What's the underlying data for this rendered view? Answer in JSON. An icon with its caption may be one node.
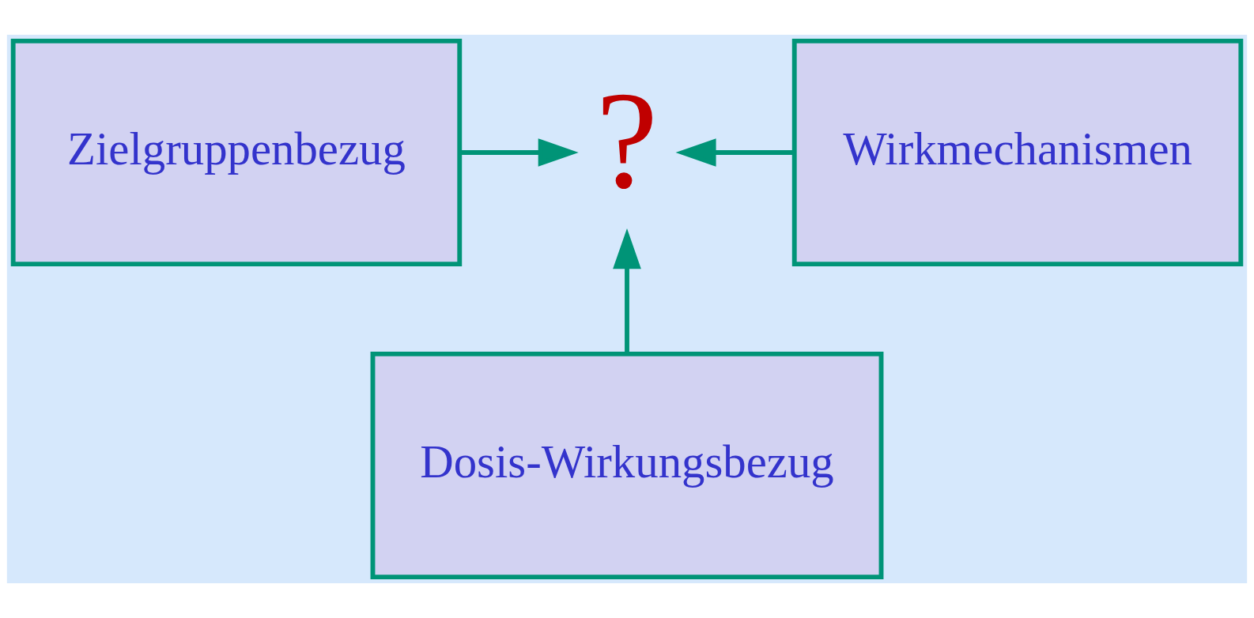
{
  "diagram": {
    "nodes": [
      {
        "text": [
          "Zielgruppenbezug"
        ]
      },
      {
        "text": [
          "Wirkmechanismen"
        ]
      },
      {
        "text": [
          "Dosis-Wirkungsbezug"
        ]
      },
      {
        "text": [
          "?"
        ]
      }
    ],
    "edges": [
      {
        "from": 0,
        "to": 3,
        "arrow": "to"
      },
      {
        "from": 1,
        "to": 3,
        "arrow": "to"
      },
      {
        "from": 2,
        "to": 3,
        "arrow": "to"
      }
    ]
  }
}
